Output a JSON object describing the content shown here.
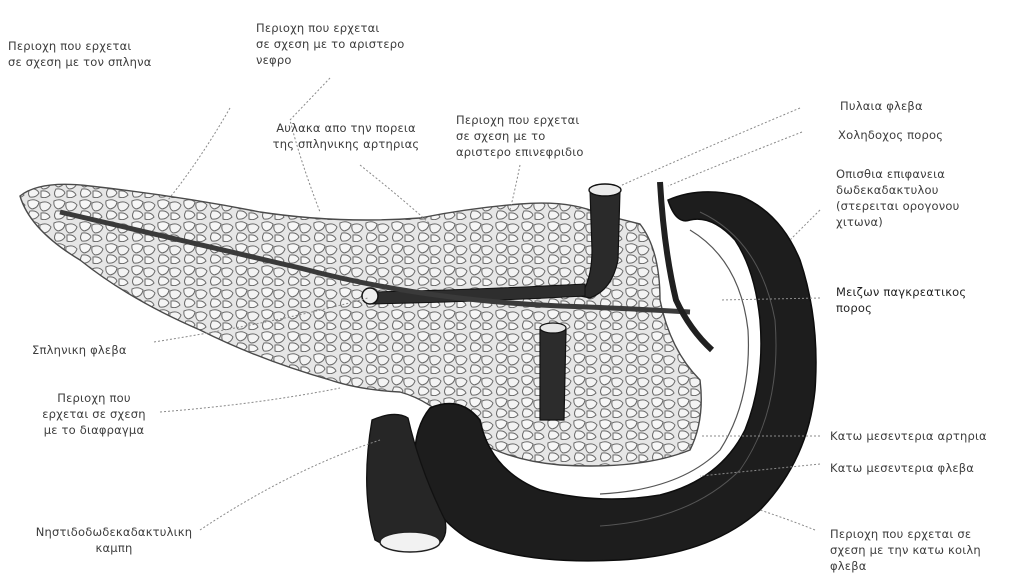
{
  "labels": {
    "spleen_region": "Περιοχη που ερχεται\nσε σχεση με τον σπληνα",
    "left_kidney_region": "Περιοχη που ερχεται\nσε σχεση με το αριστερο\nνεφρο",
    "splenic_artery_groove": "Αυλακα απο την πορεια\nτης σπληνικης αρτηριας",
    "left_adrenal_region": "Περιοχη που ερχεται\nσε σχεση με το\nαριστερο επινεφριδιο",
    "portal_vein": "Πυλαια φλεβα",
    "bile_duct": "Χοληδοχος πορος",
    "duodenum_posterior": "Οπισθια επιφανεια\nδωδεκαδακτυλου\n(στερειται ορογονου\nχιτωνα)",
    "main_pancreatic_duct": "Μειζων παγκρεατικος\nπορος",
    "splenic_vein": "Σπληνικη φλεβα",
    "diaphragm_region": "Περιοχη που\nερχεται σε σχεση\nμε το διαφραγμα",
    "sup_mesenteric_artery": "Κατω μεσεντερια αρτηρια",
    "sup_mesenteric_vein": "Κατω μεσεντερια φλεβα",
    "duodenojejunal_flexure": "Νηστιδοδωδεκαδακτυλικη\nκαμπη",
    "ivc_region": "Περιοχη που ερχεται σε\nσχεση με την κατω κοιλη\nφλεβα"
  },
  "colors": {
    "ink": "#1a1a1a",
    "tissue": "#d9d9d9",
    "label": "#3c3c3c"
  }
}
